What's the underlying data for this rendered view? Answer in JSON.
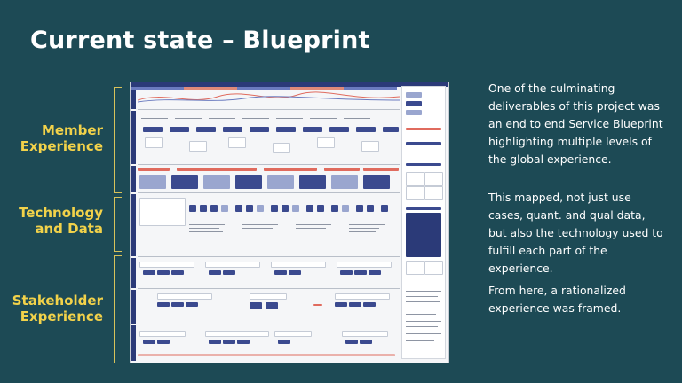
{
  "slide": {
    "title": "Current state – Blueprint",
    "labels": {
      "member": "Member Experience",
      "technology": "Technology and Data",
      "stakeholder": "Stakeholder Experience"
    },
    "paragraphs": [
      "One of the culminating deliverables of this project was an end to end Service Blueprint highlighting multiple levels of the global experience.",
      "This mapped, not just use cases, quant. and qual data, but also the technology used to fulfill each part of the experience.",
      "From here, a rationalized experience was framed."
    ]
  },
  "colors": {
    "background": "#1d4a55",
    "label_accent": "#f2d24a",
    "blueprint_navy": "#2b3a78",
    "blueprint_red": "#e06b5e"
  }
}
